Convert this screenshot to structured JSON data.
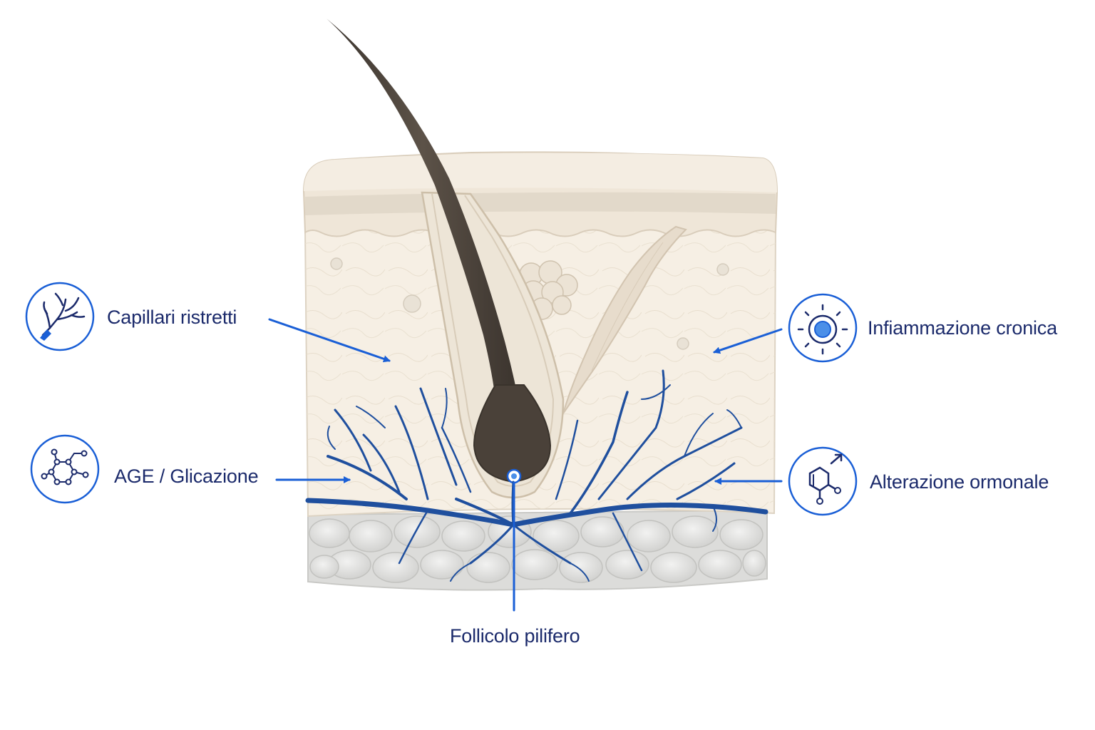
{
  "colors": {
    "accent": "#1a5fd6",
    "navy": "#1b2a6b",
    "vessel": "#1f4f9e",
    "skin_surface": "#f3ece0",
    "dermis": "#f5eee3",
    "hair": "#4f463d"
  },
  "labels": {
    "capillari": "Capillari ristretti",
    "age": "AGE / Glicazione",
    "infiammazione": "Infiammazione cronica",
    "ormonale": "Alterazione ormonale",
    "follicolo": "Follicolo pilifero"
  },
  "icons": {
    "capillari": "capillary-branch-icon",
    "age": "molecule-network-icon",
    "infiammazione": "inflamed-cell-icon",
    "ormonale": "hormone-molecule-icon"
  }
}
